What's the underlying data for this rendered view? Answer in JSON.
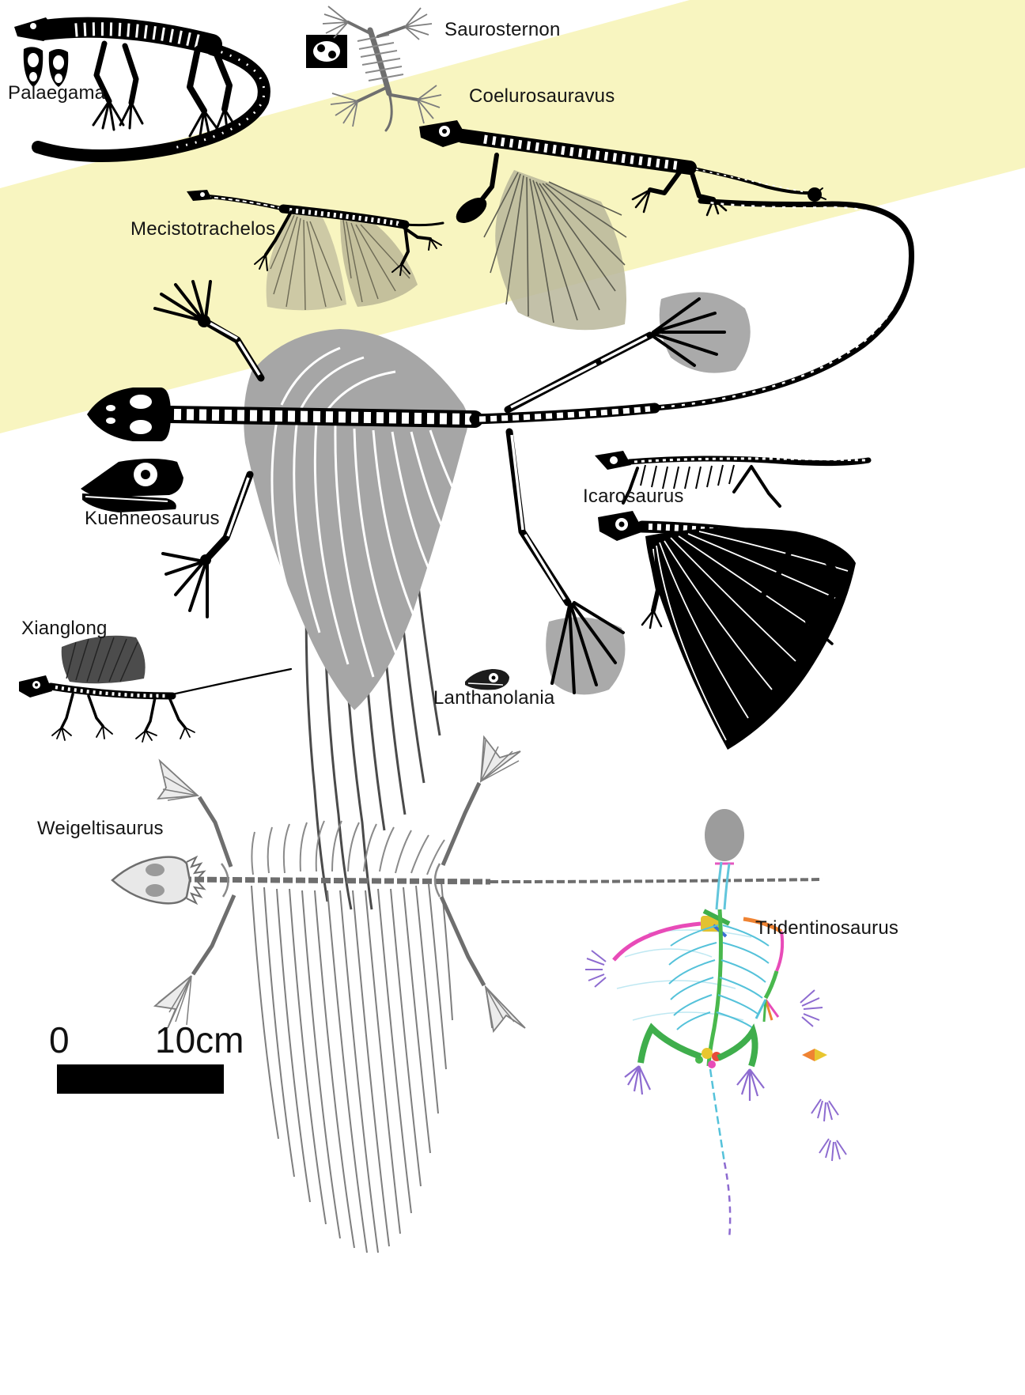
{
  "figure": {
    "type": "skeletal-reconstruction-comparison",
    "subject": "Gliding and early diapsid reptile skeletons",
    "specimens": [
      {
        "id": "palaegama",
        "label": "Palaegama"
      },
      {
        "id": "saurosternon",
        "label": "Saurosternon"
      },
      {
        "id": "coelurosauravus",
        "label": "Coelurosauravus"
      },
      {
        "id": "mecistotrachelos",
        "label": "Mecistotrachelos"
      },
      {
        "id": "kuehneosaurus",
        "label": "Kuehneosaurus"
      },
      {
        "id": "icarosaurus",
        "label": "Icarosaurus"
      },
      {
        "id": "xianglong",
        "label": "Xianglong"
      },
      {
        "id": "lanthanolania",
        "label": "Lanthanolania"
      },
      {
        "id": "weigeltisaurus",
        "label": "Weigeltisaurus"
      },
      {
        "id": "tridentinosaurus",
        "label": "Tridentinosaurus"
      }
    ],
    "scale_bar": {
      "zero_label": "0",
      "max_label": "10cm"
    },
    "colors": {
      "highlight_band": "#f8f5c0",
      "membrane_gray": "#a6a6a6",
      "bone_black": "#000000",
      "fossil_green": "#3fae4c",
      "fossil_magenta": "#e84bb8",
      "fossil_cyan": "#55c2da",
      "fossil_purple": "#8d6bd0"
    }
  }
}
